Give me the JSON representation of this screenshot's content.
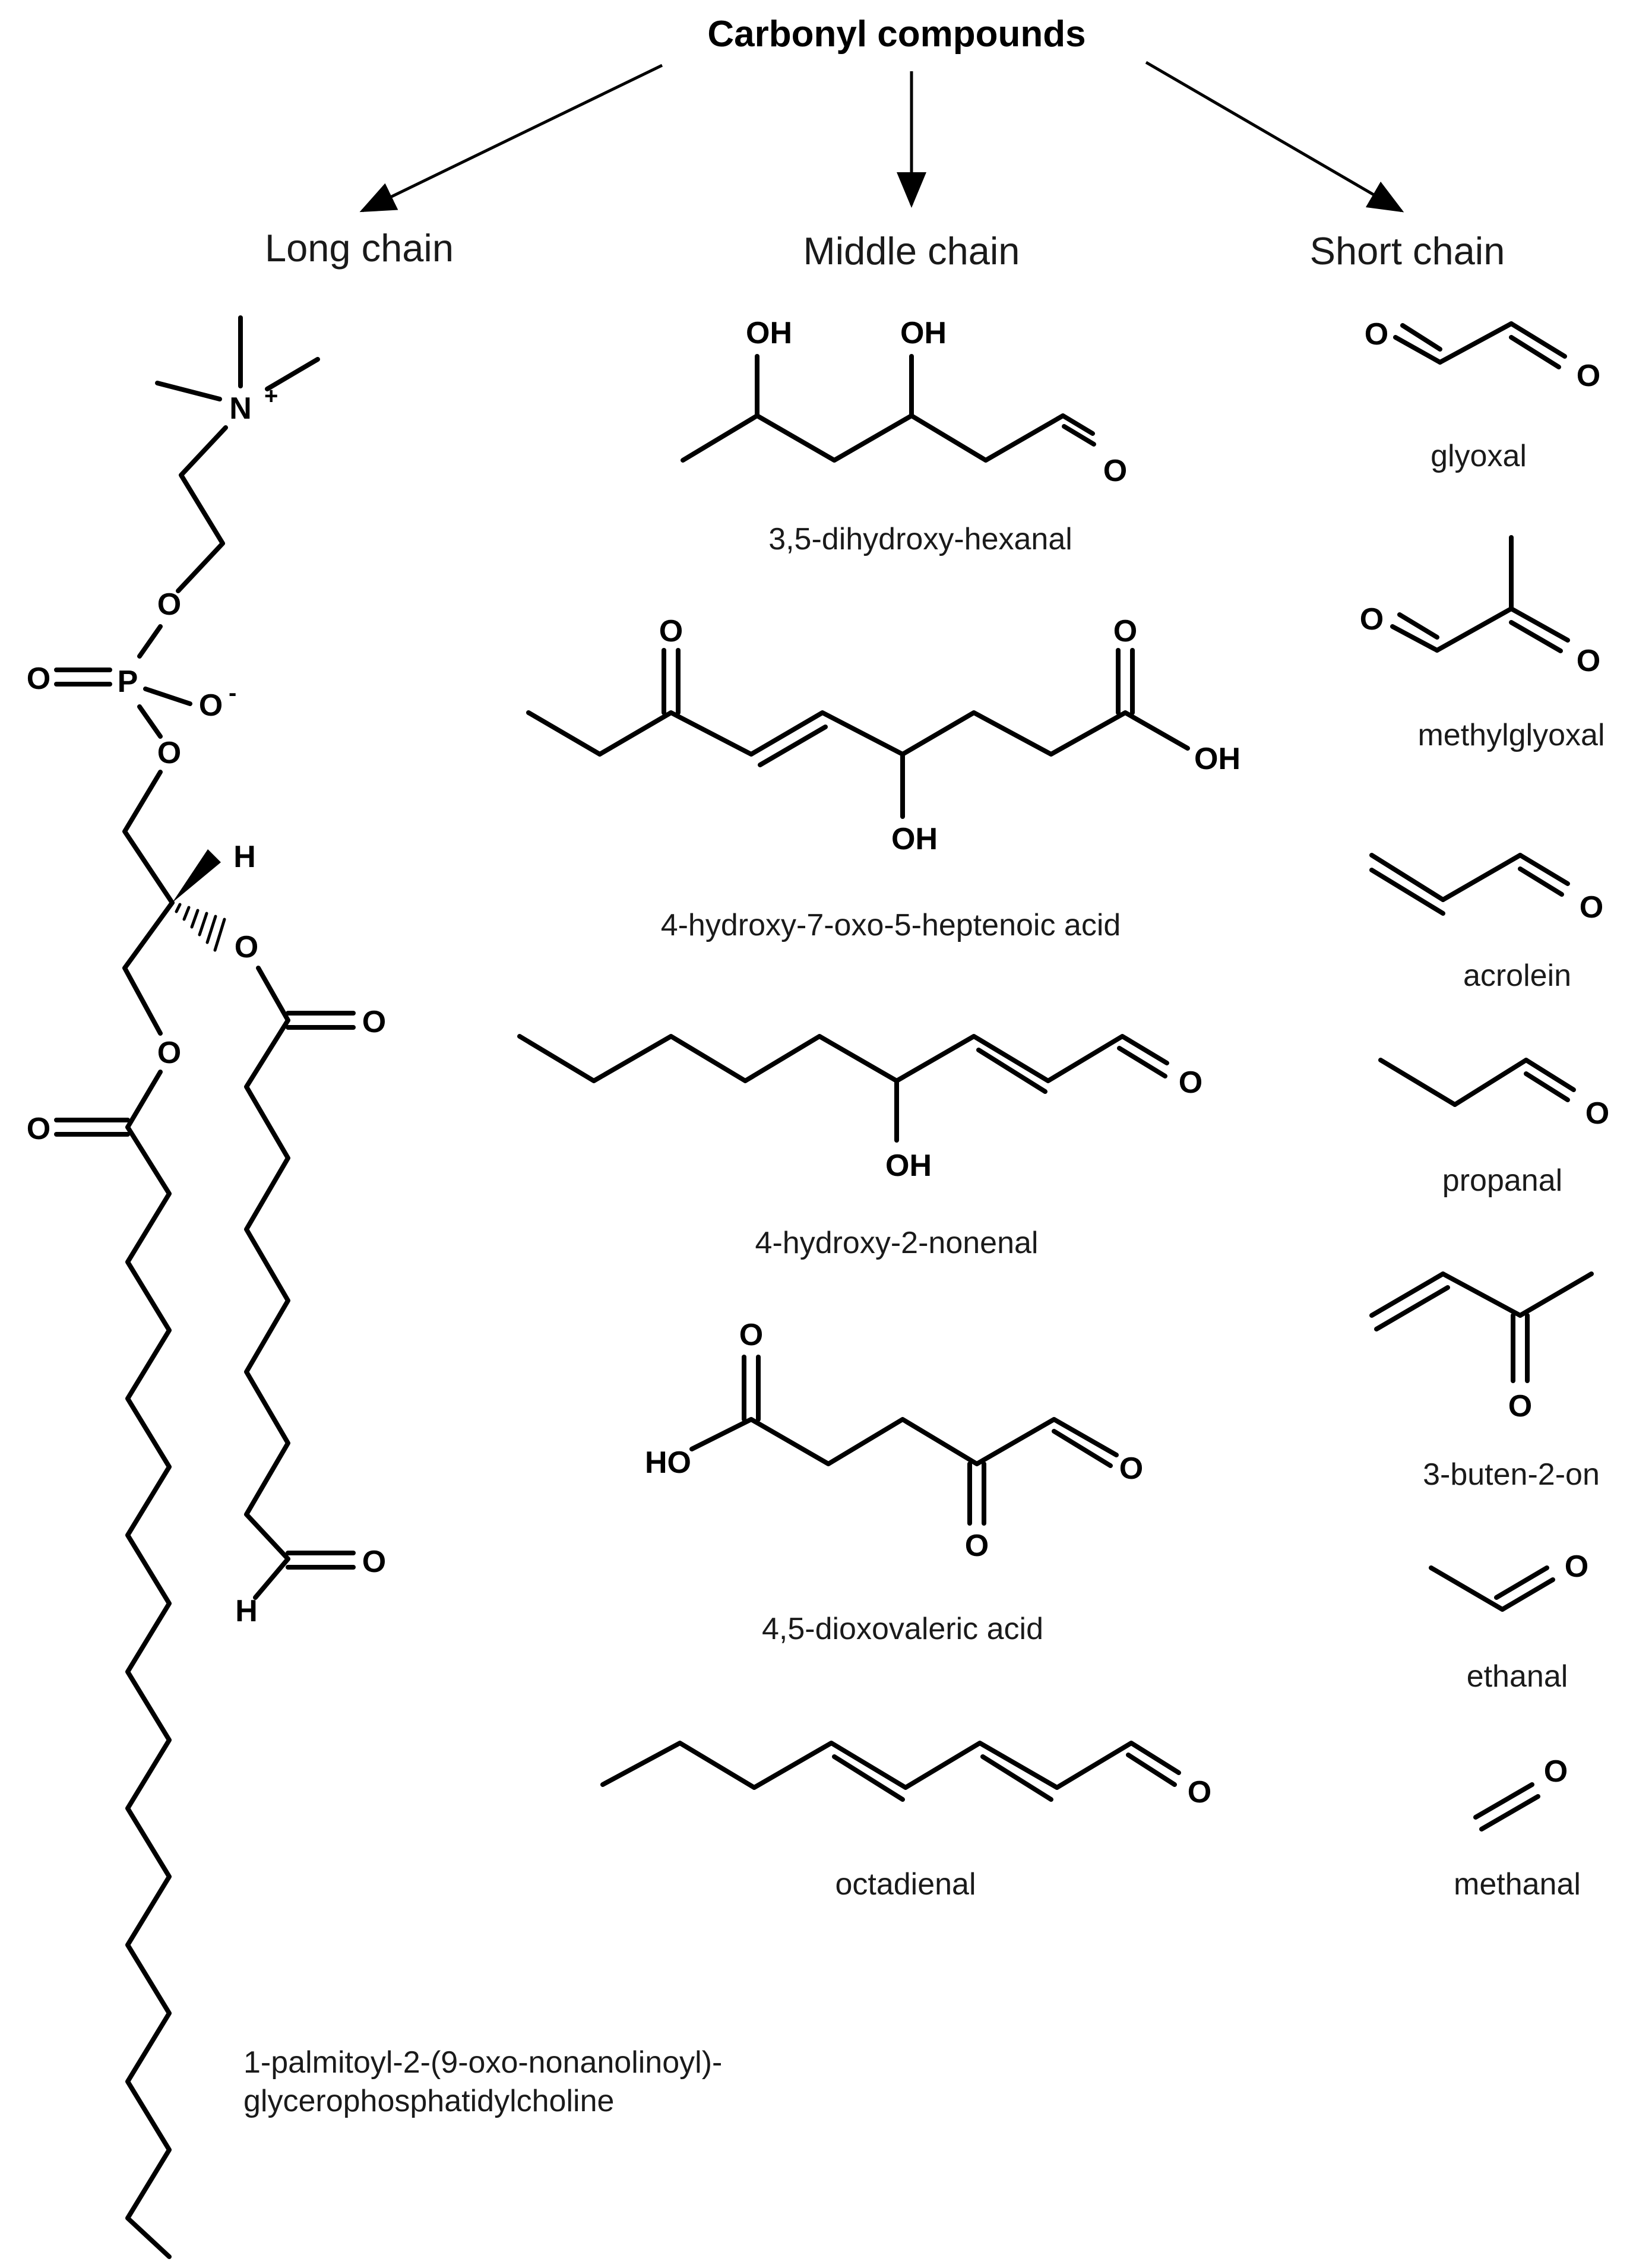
{
  "title": "Carbonyl compounds",
  "categories": {
    "long": "Long chain",
    "middle": "Middle chain",
    "short": "Short chain"
  },
  "compounds": {
    "long": [
      "1-palmitoyl-2-(9-oxo-nonanolinoyl)-",
      "glycerophosphatidylcholine"
    ],
    "middle": [
      "3,5-dihydroxy-hexanal",
      "4-hydroxy-7-oxo-5-heptenoic acid",
      "4-hydroxy-2-nonenal",
      "4,5-dioxovaleric acid",
      "octadienal"
    ],
    "short": [
      "glyoxal",
      "methylglyoxal",
      "acrolein",
      "propanal",
      "3-buten-2-on",
      "ethanal",
      "methanal"
    ]
  },
  "atoms": {
    "O": "O",
    "OH": "OH",
    "HO": "HO",
    "H": "H",
    "N": "N",
    "plus": "+",
    "P": "P",
    "O_minus": "O",
    "minus": "-"
  }
}
